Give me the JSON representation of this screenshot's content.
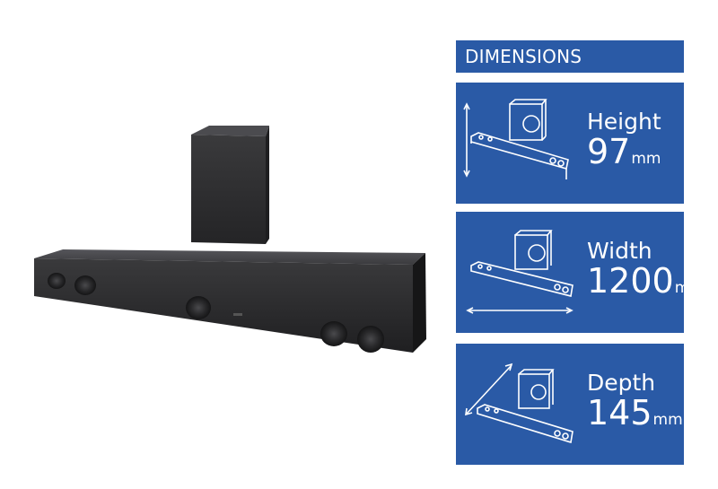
{
  "header": {
    "title": "DIMENSIONS"
  },
  "panels": [
    {
      "label": "Height",
      "value": "97",
      "unit": "mm"
    },
    {
      "label": "Width",
      "value": "1200",
      "unit": "mm"
    },
    {
      "label": "Depth",
      "value": "145",
      "unit": "mm"
    }
  ],
  "colors": {
    "panel": "#2a5aa6",
    "text": "#ffffff",
    "product": "#2b2b2d"
  },
  "icons": [
    "subwoofer-icon",
    "soundbar-icon",
    "height-arrow-icon",
    "width-arrow-icon",
    "depth-arrow-icon"
  ]
}
